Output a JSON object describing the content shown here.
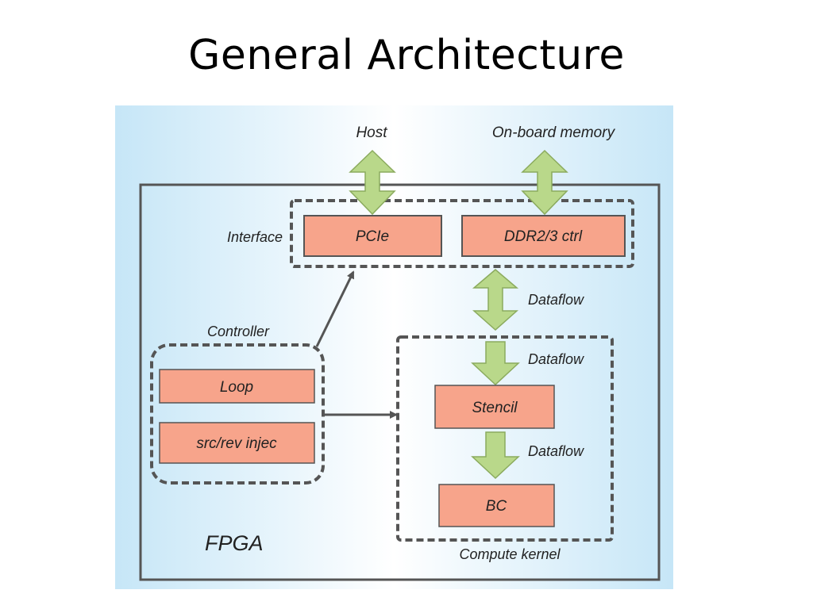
{
  "slide": {
    "title": "General Architecture"
  },
  "diagram": {
    "labels": {
      "host": "Host",
      "onboard_memory": "On-board memory",
      "interface": "Interface",
      "controller": "Controller",
      "fpga": "FPGA",
      "compute_kernel": "Compute kernel",
      "dataflow_1": "Dataflow",
      "dataflow_2": "Dataflow",
      "dataflow_3": "Dataflow"
    },
    "blocks": {
      "pcie": "PCIe",
      "ddr": "DDR2/3 ctrl",
      "loop": "Loop",
      "src_rev": "src/rev injec",
      "stencil": "Stencil",
      "bc": "BC"
    },
    "colors": {
      "block_fill": "#f7a48b",
      "arrow_fill": "#b9d88a",
      "background_edge": "#c6e6f7"
    }
  }
}
